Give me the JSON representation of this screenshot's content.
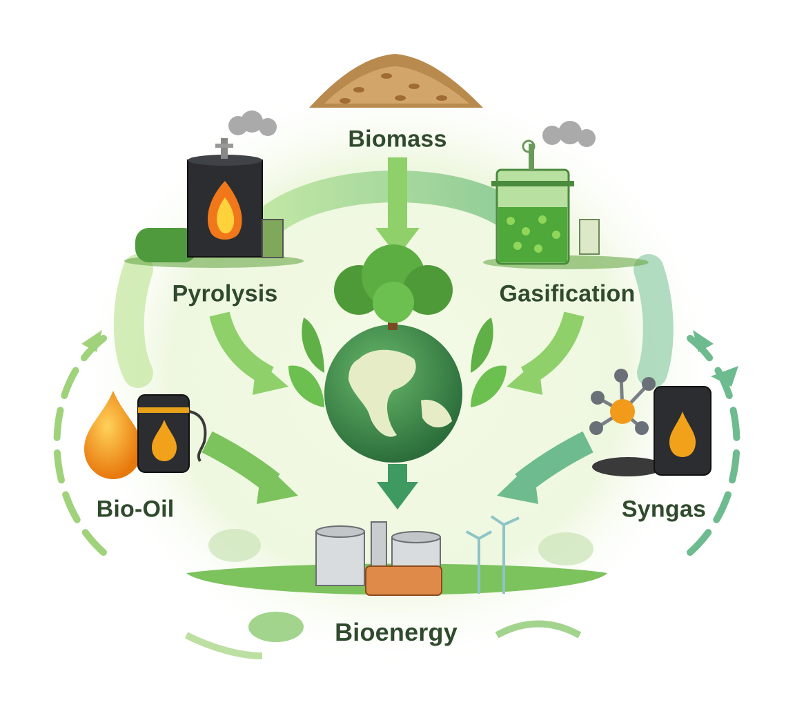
{
  "diagram": {
    "nodes": {
      "biomass": "Biomass",
      "pyrolysis": "Pyrolysis",
      "gasification": "Gasification",
      "bio_oil": "Bio-Oil",
      "syngas": "Syngas",
      "bioenergy": "Bioenergy"
    }
  },
  "colors": {
    "label": "#2f4a2c",
    "arrow_light": "#8fd06a",
    "arrow_mid": "#63b356",
    "arrow_dark": "#3f9a62",
    "earth_ocean": "#3c8a4a",
    "earth_land": "#e6edc6",
    "background_glow": "#eef7df"
  },
  "icons": [
    "biomass-pellets-icon",
    "pyrolysis-reactor-icon",
    "gasification-tank-icon",
    "earth-tree-icon",
    "oil-drop-barrel-icon",
    "syngas-molecule-barrel-icon",
    "bioenergy-plant-icon"
  ]
}
